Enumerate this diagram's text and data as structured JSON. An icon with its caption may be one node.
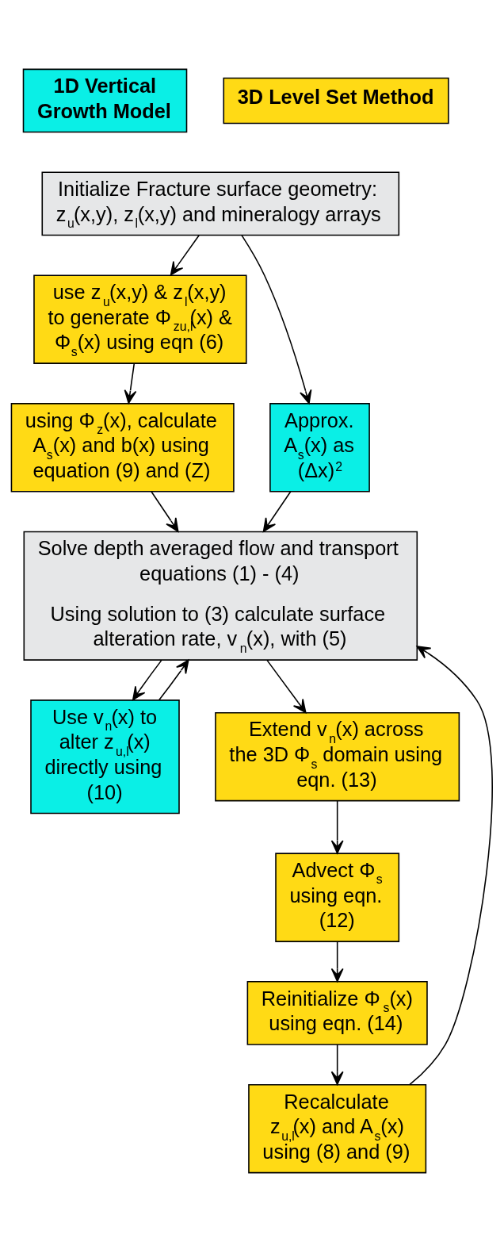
{
  "diagram": {
    "nodes": [
      {
        "text": [
          "1D Vertical Growth Model"
        ]
      },
      {
        "text": [
          "3D Level Set Method"
        ]
      },
      {
        "text": [
          "Initialize Fracture surface geometry: z$_{u}$(x,y), z$_{l}$(x,y) and mineralogy arrays"
        ]
      },
      {
        "text": [
          "use z$_{u}$(x,y) & z$_{l}$(x,y) to generate Φ$_{zu,l}$(x) & Φ$_{s}$(x) using eqn (6)"
        ]
      },
      {
        "text": [
          "Approx. A$_{s}$(x) as (Δx)$^{2}$"
        ]
      },
      {
        "text": [
          "using Φ$_{z}$(x), calculate A$_{s}$(x) and b(x) using equation (9) and (Z)"
        ]
      },
      {
        "text": [
          "Solve depth averaged flow and transport equations (1) - (4)",
          "Using solution to (3) calculate surface alteration rate, v$_{n}$(x), with (5)"
        ]
      },
      {
        "text": [
          "Use v$_{n}$(x) to alter z$_{u,l}$(x) directly using (10)"
        ]
      },
      {
        "text": [
          "Extend v$_{n}$(x) across the 3D Φ$_{s}$ domain using eqn. (13)"
        ]
      },
      {
        "text": [
          "Advect Φ$_{s}$ using eqn. (12)"
        ]
      },
      {
        "text": [
          "Reinitialize Φ$_{s}$(x) using eqn. (14)"
        ]
      },
      {
        "text": [
          "Recalculate z$_{u,l}$(x) and A$_{s}$(x) using (8) and (9)"
        ]
      }
    ],
    "edges": [
      {
        "from": 2,
        "to": 4,
        "arrow": "to"
      },
      {
        "from": 2,
        "to": 3,
        "arrow": "to"
      },
      {
        "from": 3,
        "to": 5,
        "arrow": "to"
      },
      {
        "from": 4,
        "to": 6,
        "arrow": "to"
      },
      {
        "from": 5,
        "to": 6,
        "arrow": "to"
      },
      {
        "from": 6,
        "to": 7,
        "arrow": "to"
      },
      {
        "from": 6,
        "to": 8,
        "arrow": "to"
      },
      {
        "from": 7,
        "to": 6,
        "arrow": "to"
      },
      {
        "from": 8,
        "to": 9,
        "arrow": "to"
      },
      {
        "from": 9,
        "to": 10,
        "arrow": "to"
      },
      {
        "from": 10,
        "to": 11,
        "arrow": "to"
      },
      {
        "from": 11,
        "to": 6,
        "arrow": "to"
      }
    ]
  }
}
